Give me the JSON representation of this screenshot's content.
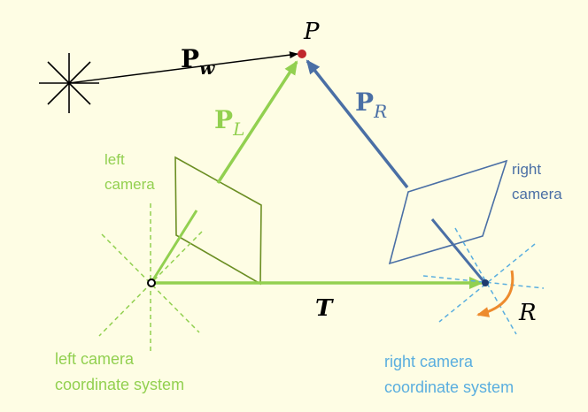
{
  "colors": {
    "background": "#fefde4",
    "green": "#92d050",
    "dark_green": "#6b8e23",
    "blue": "#4a6fa5",
    "light_blue": "#5aaedf",
    "orange": "#ed8b2e",
    "point": "#c0282d",
    "black": "#000000"
  },
  "labels": {
    "P": "P",
    "Pw_main": "P",
    "Pw_sub": "w",
    "PL_main": "P",
    "PL_sub": "L",
    "PR_main": "P",
    "PR_sub": "R",
    "T": "T",
    "R": "R",
    "left_camera_1": "left",
    "left_camera_2": "camera",
    "right_camera_1": "right",
    "right_camera_2": "camera",
    "left_coord_1": "left camera",
    "left_coord_2": "coordinate system",
    "right_coord_1": "right camera",
    "right_coord_2": "coordinate system"
  },
  "icons": {
    "world_origin": "asterisk-star-icon",
    "rotation": "curved-arrow-icon"
  }
}
